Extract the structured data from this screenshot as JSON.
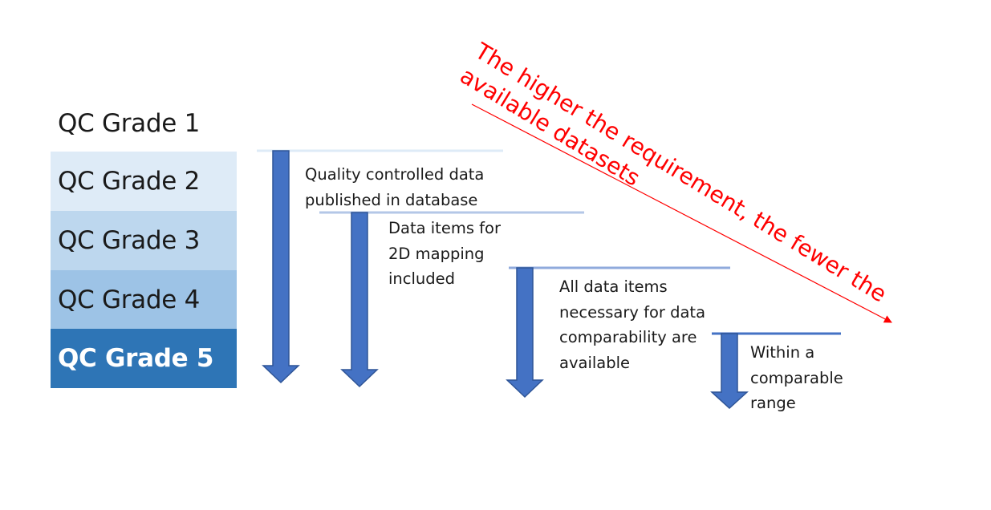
{
  "grades": [
    {
      "label": "QC Grade 1"
    },
    {
      "label": "QC Grade 2"
    },
    {
      "label": "QC Grade 3"
    },
    {
      "label": "QC Grade 4"
    },
    {
      "label": "QC Grade 5"
    }
  ],
  "descriptions": [
    {
      "lines": [
        "Quality controlled data",
        "published in database"
      ]
    },
    {
      "lines": [
        "Data items for",
        "2D mapping",
        "included"
      ]
    },
    {
      "lines": [
        "All data items",
        "necessary for data",
        "comparability are",
        "available"
      ]
    },
    {
      "lines": [
        "Within a",
        "comparable",
        "range"
      ]
    }
  ],
  "callout": {
    "lines": [
      "The higher the requirement, the fewer the",
      "available datasets"
    ]
  },
  "colors": {
    "grade2": "#deebf7",
    "grade3": "#bdd7ee",
    "grade4": "#9dc3e6",
    "grade5": "#2e75b6",
    "arrow_fill": "#4472c4",
    "arrow_stroke": "#2f5597",
    "callout": "#ff0000"
  }
}
